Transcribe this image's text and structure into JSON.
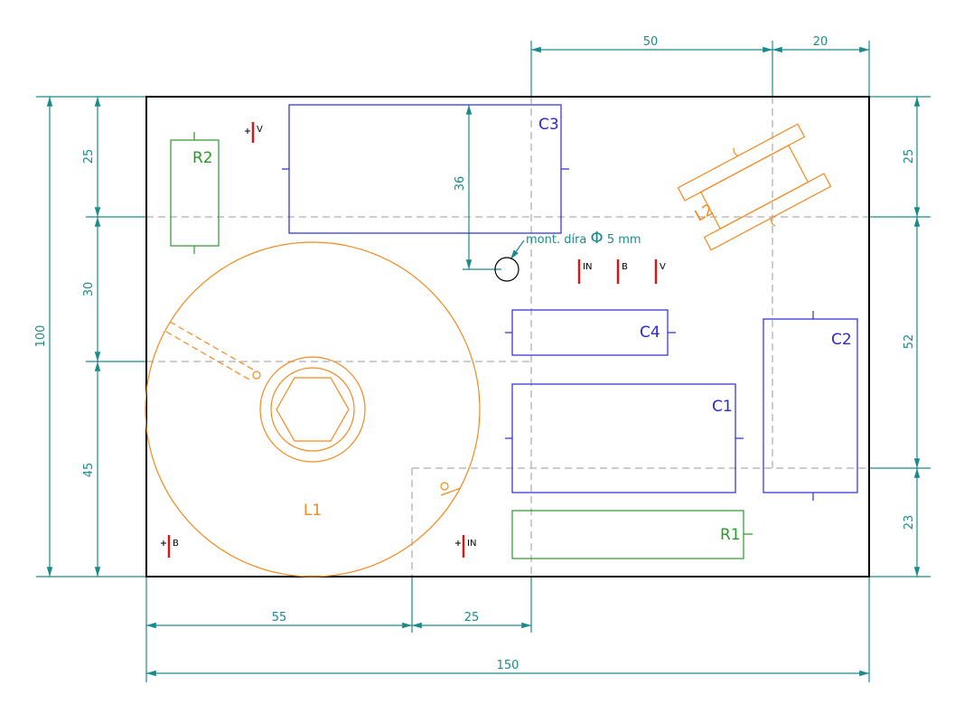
{
  "colors": {
    "dimension": "#1a8a8a",
    "outline": "#000000",
    "capacitor": "#2a2ad0",
    "resistor": "#2a9a2a",
    "inductor": "#f28a1e",
    "terminal": "#d01a1a",
    "centerline": "#bbbbbb"
  },
  "dimensions": {
    "top_50": "50",
    "top_20": "20",
    "left_25": "25",
    "left_30": "30",
    "left_45": "45",
    "left_100": "100",
    "c3_36": "36",
    "right_25": "25",
    "right_52": "52",
    "right_23": "23",
    "bottom_55": "55",
    "bottom_25": "25",
    "bottom_150": "150"
  },
  "components": {
    "c1": "C1",
    "c2": "C2",
    "c3": "C3",
    "c4": "C4",
    "r1": "R1",
    "r2": "R2",
    "l1": "L1",
    "l2": "L2"
  },
  "terminals": {
    "v_top": "V",
    "in_mid": "IN",
    "b_mid": "B",
    "v_mid": "V",
    "b_bottom": "B",
    "in_bottom": "IN"
  },
  "note": {
    "mount_hole_prefix": "mont. díra",
    "mount_hole_symbol": "Φ",
    "mount_hole_size": "5 mm"
  }
}
